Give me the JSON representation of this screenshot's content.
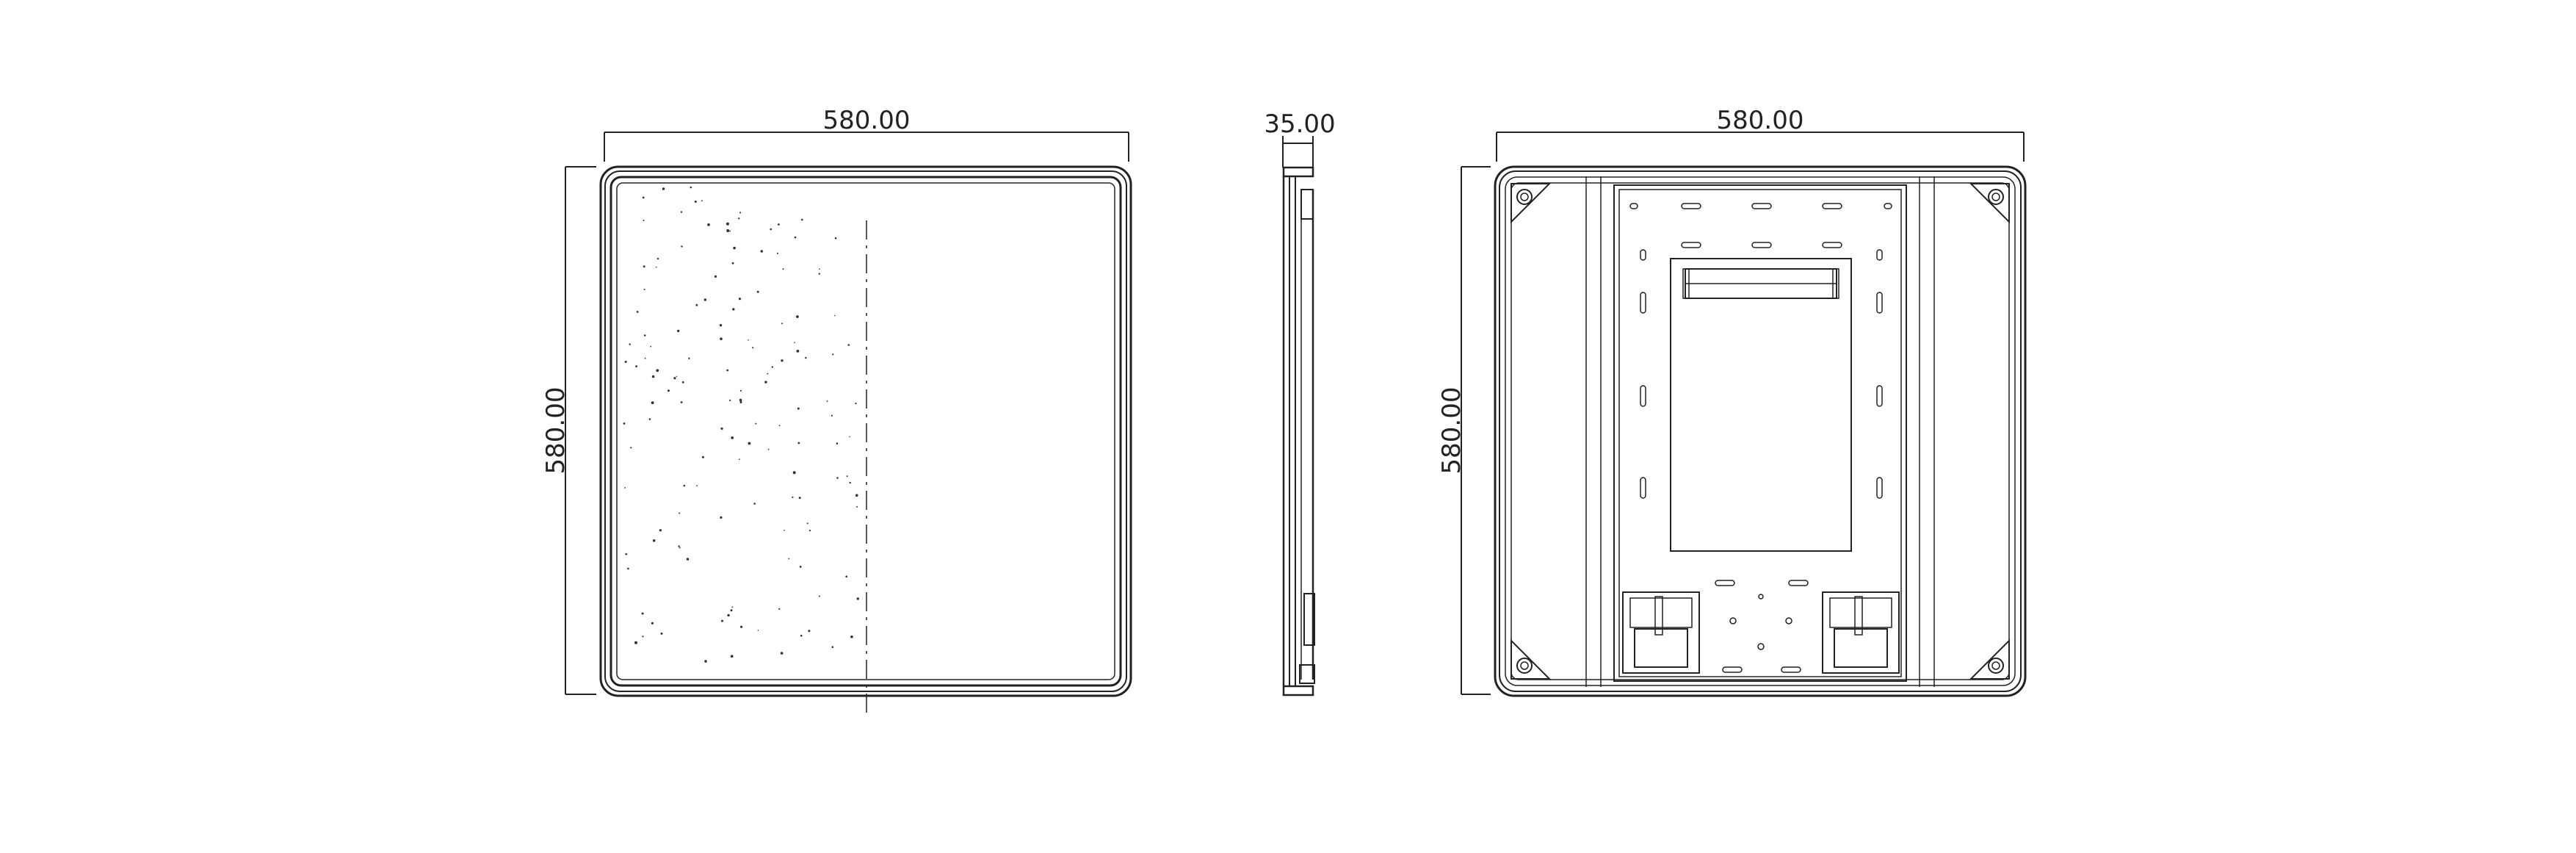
{
  "views": {
    "front": {
      "dim_width": "580.00",
      "dim_height": "580.00"
    },
    "side": {
      "dim_depth": "35.00"
    },
    "back": {
      "dim_width": "580.00",
      "dim_height": "580.00"
    }
  },
  "colors": {
    "line": "#222222",
    "background": "#ffffff"
  }
}
